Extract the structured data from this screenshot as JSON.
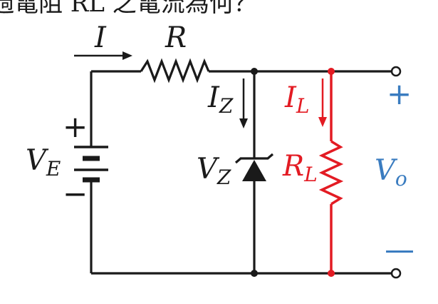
{
  "question_text": "過電阻 RL 之電流為何？",
  "circuit": {
    "source": {
      "symbol": "V",
      "subscript": "E",
      "plus": "+",
      "minus": "−"
    },
    "current": {
      "symbol": "I"
    },
    "resistor": {
      "symbol": "R"
    },
    "zener_current": {
      "symbol": "I",
      "subscript": "Z"
    },
    "zener_voltage": {
      "symbol": "V",
      "subscript": "Z"
    },
    "load_current": {
      "symbol": "I",
      "subscript": "L"
    },
    "load_resistor": {
      "symbol": "R",
      "subscript": "L"
    },
    "output": {
      "symbol": "V",
      "subscript": "o",
      "plus": "+",
      "minus": "—"
    }
  },
  "colors": {
    "wire": "#1a1a1a",
    "load": "#e31b23",
    "output_labels": "#3a7cc0",
    "text": "#1a1a1a"
  }
}
